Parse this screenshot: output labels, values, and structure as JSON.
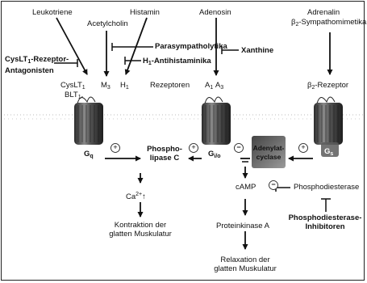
{
  "ligands": {
    "leukotriene": "Leukotriene",
    "acetylcholin": "Acetylcholin",
    "histamin": "Histamin",
    "adenosin": "Adenosin",
    "adrenalin": "Adrenalin",
    "sympathomimetika": "-Sympathomimetika",
    "sympathomimetika_prefix": "β",
    "sympathomimetika_sub": "2"
  },
  "blockers": {
    "cyslt_line1_a": "CysLT",
    "cyslt_line1_sub": "1",
    "cyslt_line1_b": "-Rezeptor-",
    "cyslt_line2": "Antagonisten",
    "parasympatholytika": "Parasympatholytika",
    "antihistaminika_a": "H",
    "antihistaminika_sub": "1",
    "antihistaminika_b": "-Antihistaminika",
    "xanthine": "Xanthine",
    "pde_inhibitoren_line1": "Phosphodiesterase-",
    "pde_inhibitoren_line2": "Inhibitoren"
  },
  "receptors": {
    "cyslt_a": "CysLT",
    "cyslt_sub": "1",
    "blt": "BLT",
    "blt_sub": "1",
    "blt_suffix": ",",
    "m": "M",
    "m_sub": "3",
    "h": "H",
    "h_sub": "1",
    "rezeptoren": "Rezeptoren",
    "a1": "A",
    "a1_sub": "1",
    "a3": "A",
    "a3_sub": "3",
    "beta_a": "β",
    "beta_sub": "2",
    "beta_b": "-Rezeptor"
  },
  "gproteins": {
    "gq": "G",
    "gq_sub": "q",
    "gio": "G",
    "gio_sub": "i/o",
    "gs": "G",
    "gs_sub": "s"
  },
  "effectors": {
    "plc_line1": "Phospho-",
    "plc_line2": "lipase C",
    "ac_line1": "Adenylat-",
    "ac_line2": "cyclase",
    "pde": "Phosphodiesterase"
  },
  "messengers": {
    "ca": "Ca",
    "ca_sup": "2+",
    "ca_arrow": "↑",
    "camp": "cAMP",
    "pka": "Proteinkinase A"
  },
  "outcomes": {
    "kontraktion_line1": "Kontraktion der",
    "kontraktion_line2": "glatten Muskulatur",
    "relaxation_line1": "Relaxation der",
    "relaxation_line2": "glatten Muskulatur"
  },
  "signs": {
    "plus": "+",
    "minus": "−"
  }
}
